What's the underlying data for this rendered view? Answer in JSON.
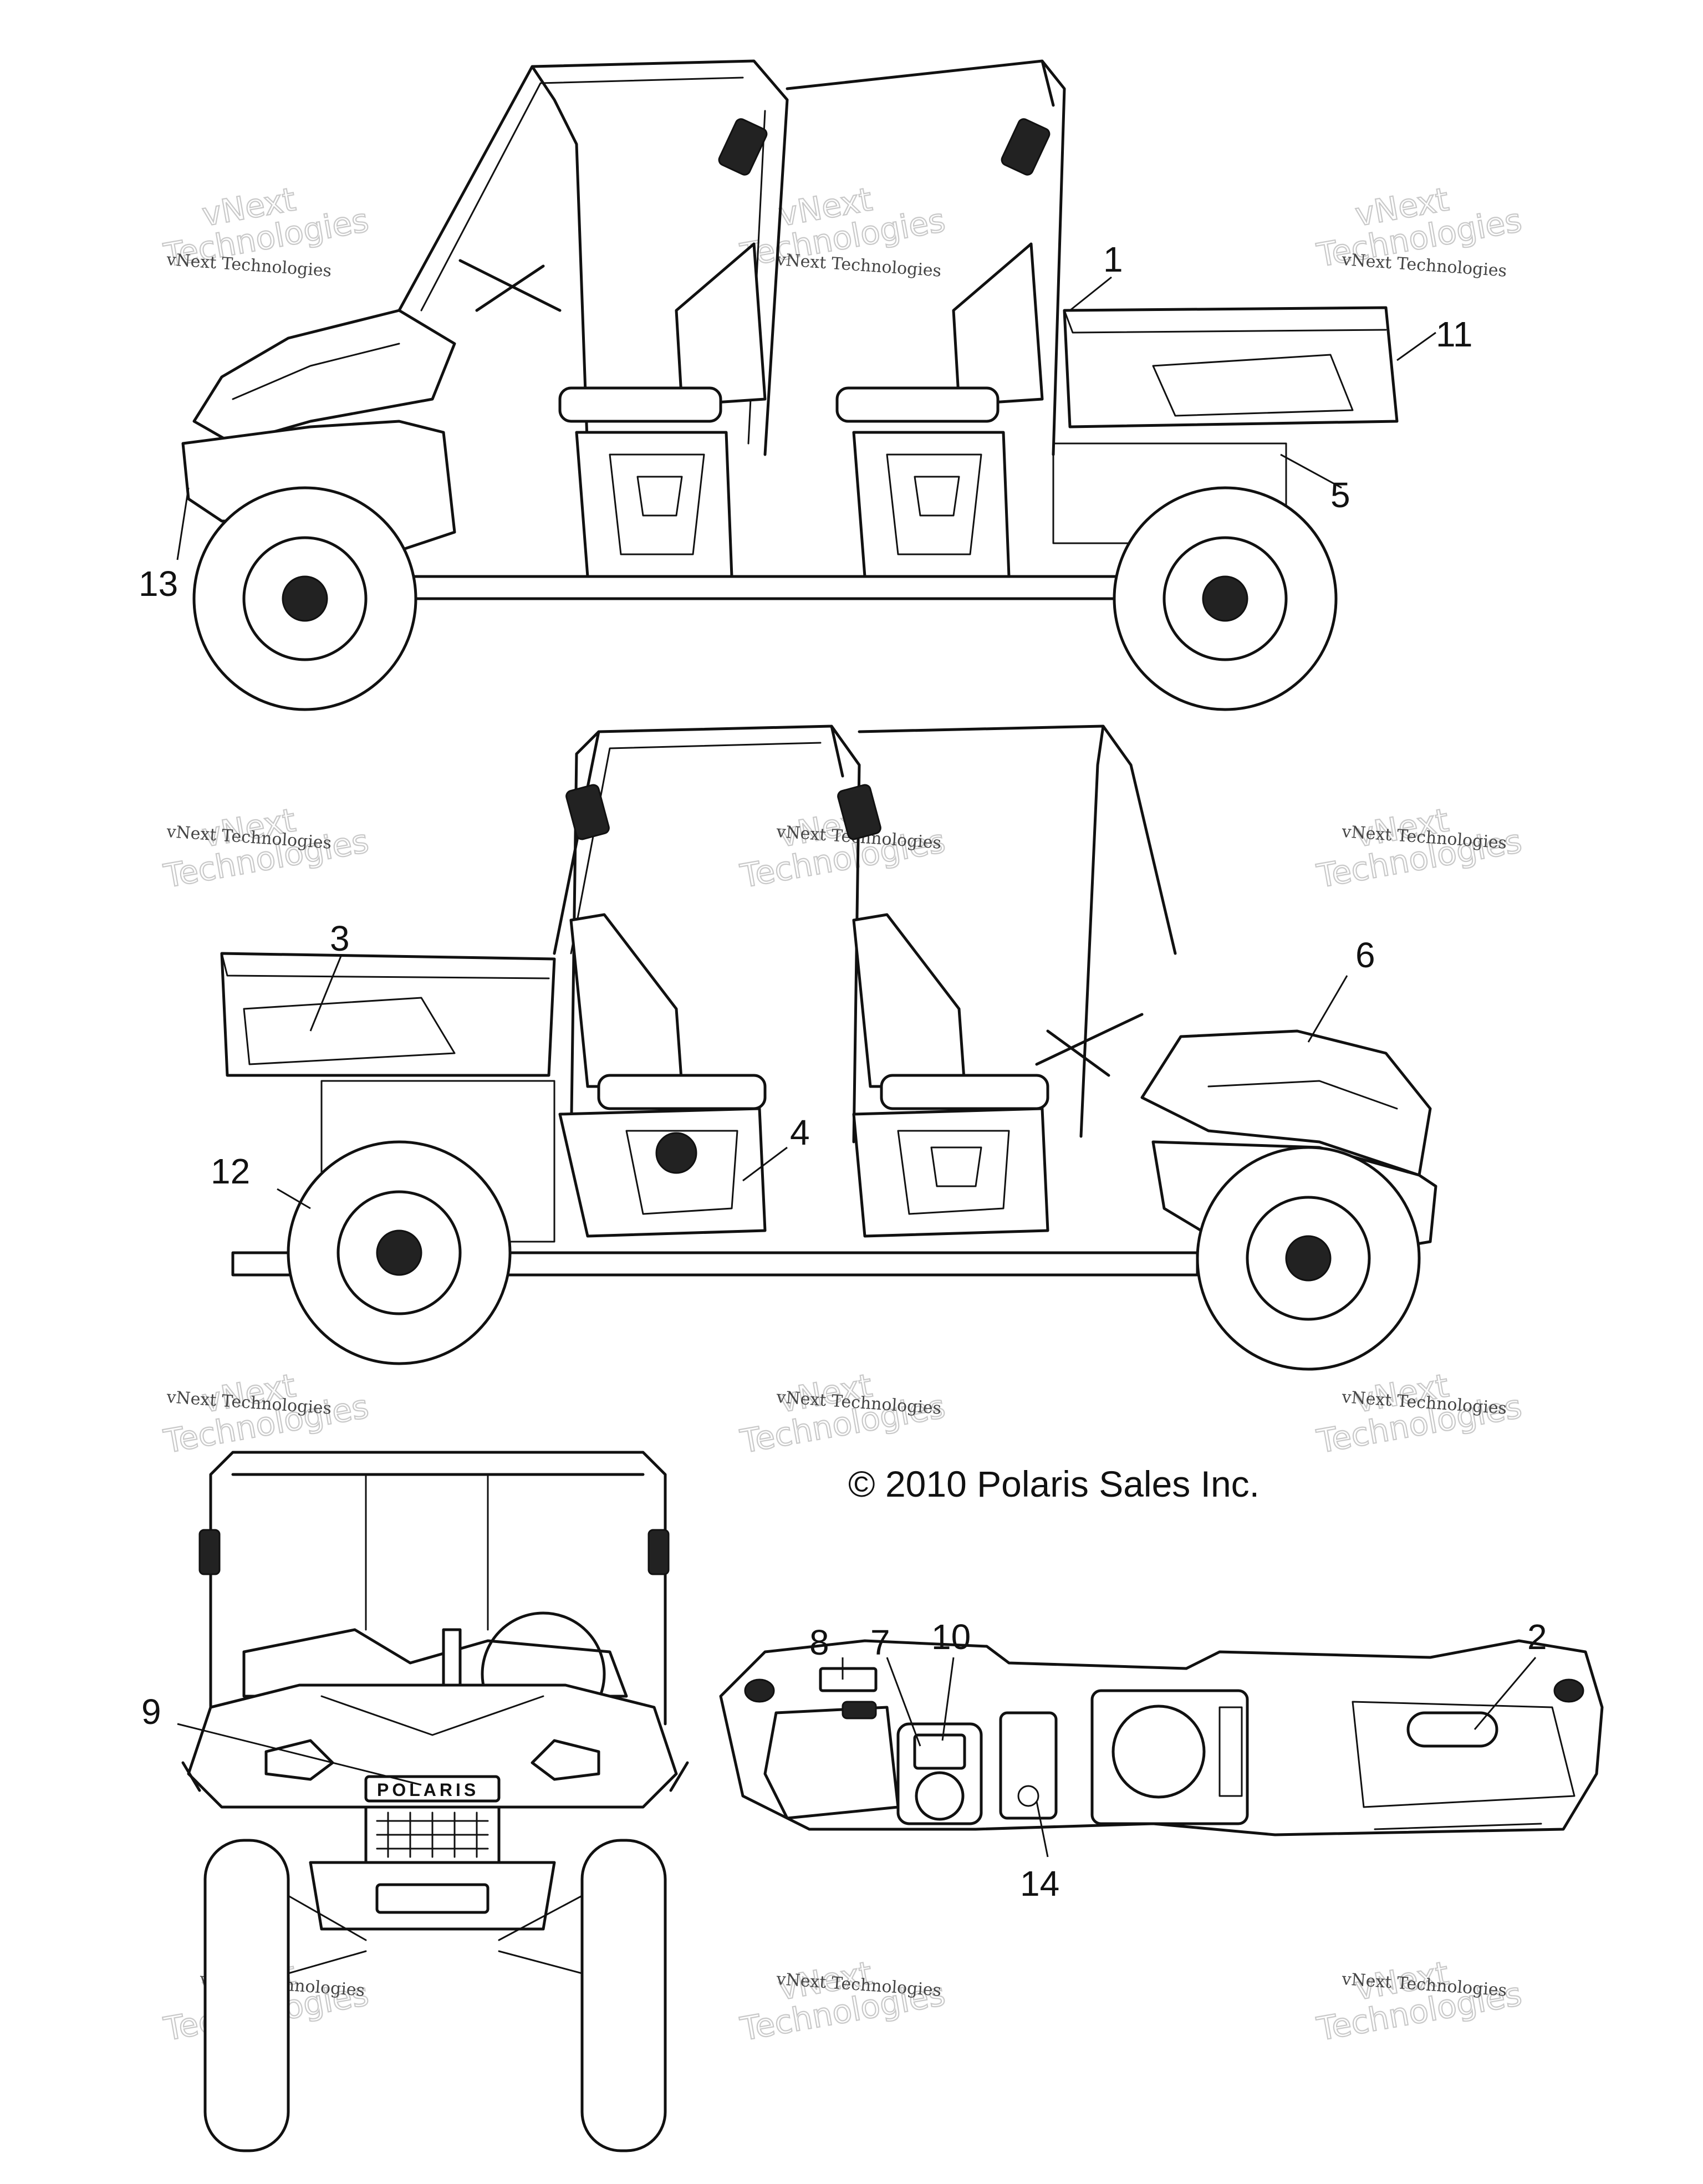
{
  "copyright": "© 2010 Polaris Sales Inc.",
  "watermark": {
    "small_text": "vNext Technologies",
    "big_line1": "vNext",
    "big_line2": "Technologies"
  },
  "callouts": {
    "c1": "1",
    "c2": "2",
    "c3": "3",
    "c4": "4",
    "c5": "5",
    "c6": "6",
    "c7": "7",
    "c8": "8",
    "c9": "9",
    "c10": "10",
    "c11": "11",
    "c12": "12",
    "c13": "13",
    "c14": "14"
  },
  "logo_text": "POLARIS"
}
